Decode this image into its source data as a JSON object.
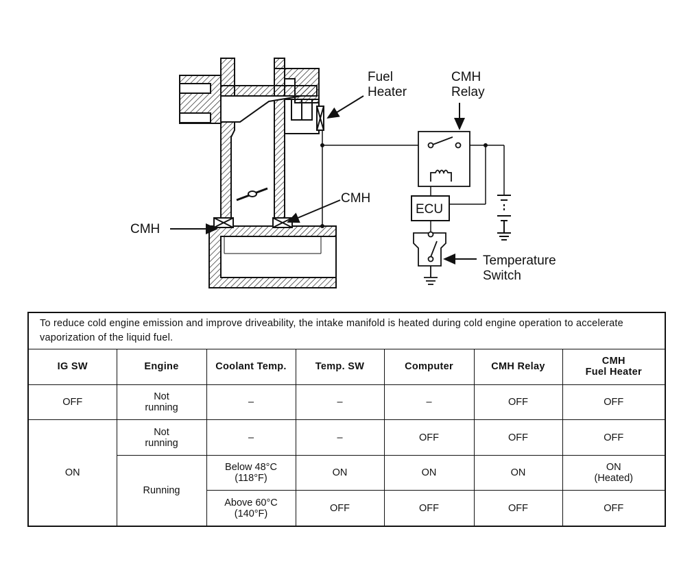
{
  "diagram": {
    "labels": {
      "fuel_heater": [
        "Fuel",
        "Heater"
      ],
      "cmh_relay": [
        "CMH",
        "Relay"
      ],
      "cmh_right": "CMH",
      "cmh_left": "CMH",
      "ecu": "ECU",
      "temperature_switch": [
        "Temperature",
        "Switch"
      ]
    }
  },
  "table": {
    "intro": "To reduce cold engine emission and improve driveability, the intake manifold is heated during cold engine operation to accelerate vaporization of the liquid fuel.",
    "headers": {
      "ig_sw": "IG SW",
      "engine": "Engine",
      "coolant_temp": "Coolant Temp.",
      "temp_sw": "Temp. SW",
      "computer": "Computer",
      "cmh_relay": "CMH Relay",
      "cmh_fuel_heater_1": "CMH",
      "cmh_fuel_heater_2": "Fuel Heater"
    },
    "rows": {
      "r1": {
        "ig_sw": "OFF",
        "engine_1": "Not",
        "engine_2": "running",
        "coolant_temp": "–",
        "temp_sw": "–",
        "computer": "–",
        "cmh_relay": "OFF",
        "fuel_heater": "OFF"
      },
      "ig_on": "ON",
      "r2": {
        "engine_1": "Not",
        "engine_2": "running",
        "coolant_temp": "–",
        "temp_sw": "–",
        "computer": "OFF",
        "cmh_relay": "OFF",
        "fuel_heater": "OFF"
      },
      "running": "Running",
      "r3": {
        "coolant_temp_1": "Below 48°C",
        "coolant_temp_2": "(118°F)",
        "temp_sw": "ON",
        "computer": "ON",
        "cmh_relay": "ON",
        "fuel_heater_1": "ON",
        "fuel_heater_2": "(Heated)"
      },
      "r4": {
        "coolant_temp_1": "Above 60°C",
        "coolant_temp_2": "(140°F)",
        "temp_sw": "OFF",
        "computer": "OFF",
        "cmh_relay": "OFF",
        "fuel_heater": "OFF"
      }
    }
  }
}
